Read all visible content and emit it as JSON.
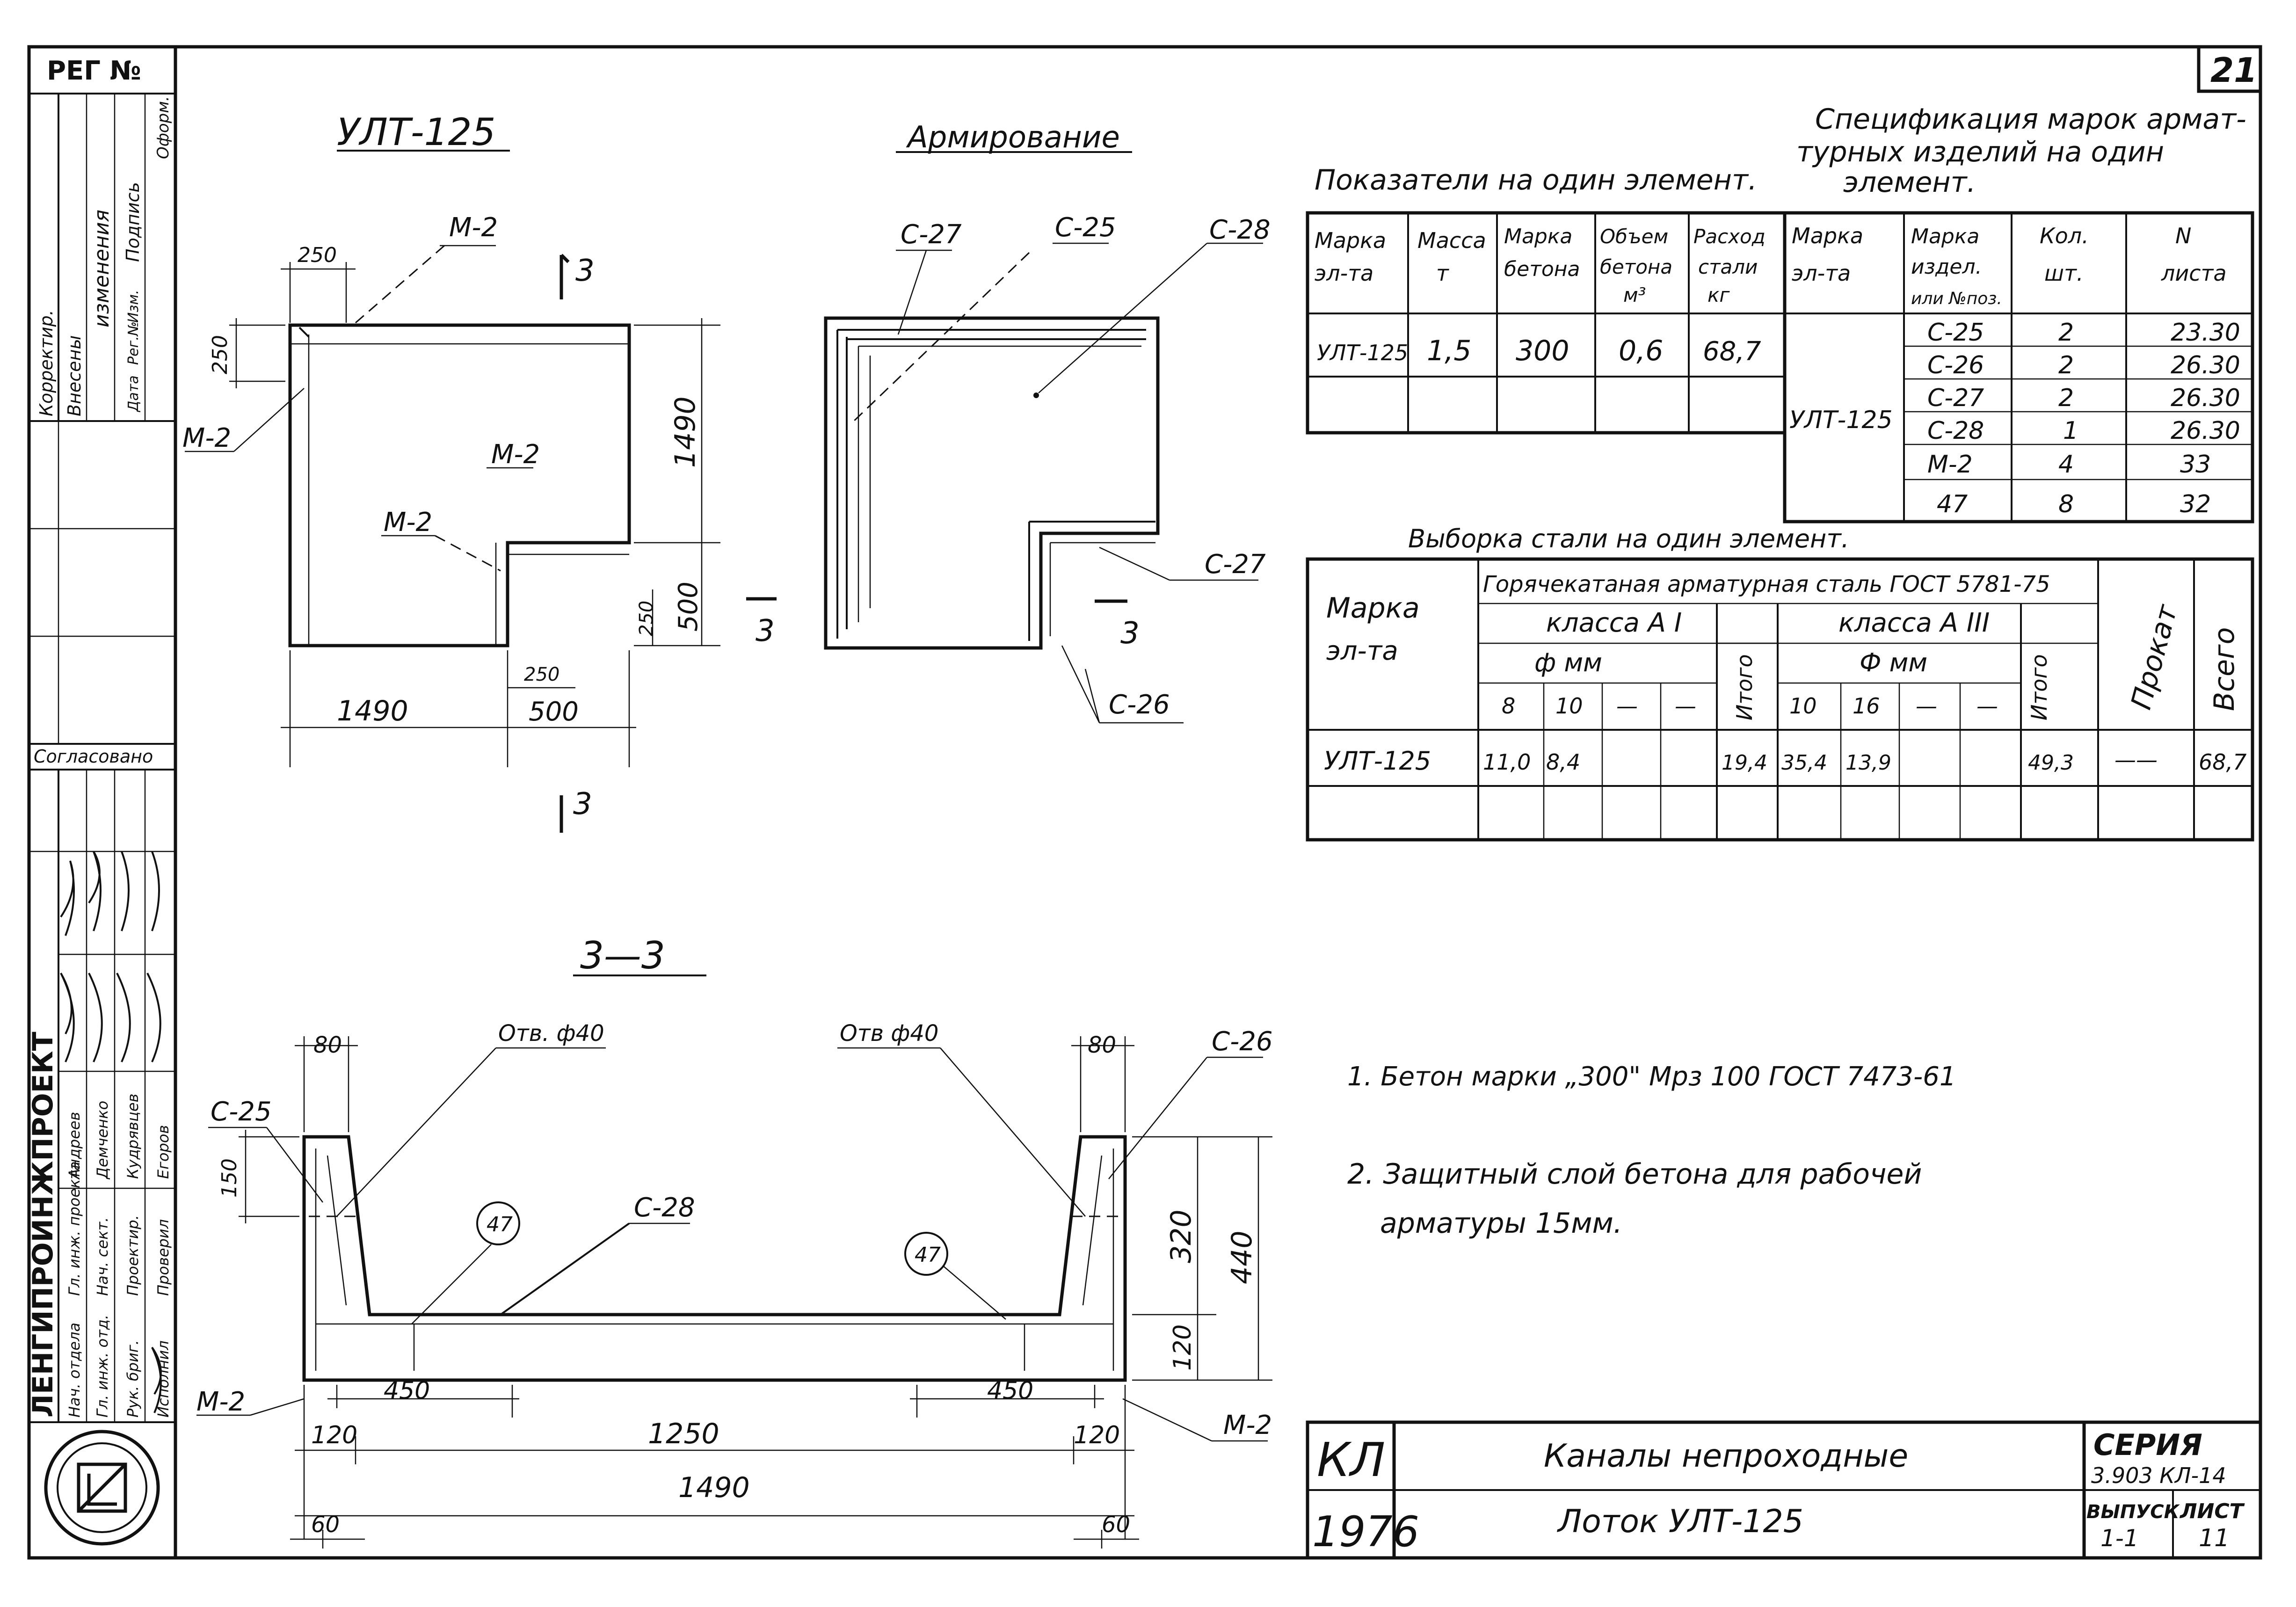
{
  "sheet_number": "21",
  "reg_stamp": "РЕГ №",
  "left_strip": {
    "change_cols": [
      "Корректир.",
      "Внесены",
      "изменения",
      "Подпись",
      "Оформ."
    ],
    "change_sub": [
      "Дата",
      "Рег.№",
      "Изм."
    ],
    "agreed": "Согласовано",
    "org": "ЛЕНГИПРОИНЖПРОЕКТ",
    "staff_roles": [
      "Нач. отдела",
      "Гл. инж. проекта",
      "Гл. инж. отд.",
      "Нач. сект.",
      "Рук. бриг.",
      "Проектир.",
      "Исполнил",
      "Проверил"
    ],
    "staff_names": [
      "Андреев",
      "Демченко",
      "Кудрявцев",
      "Егоров"
    ]
  },
  "views": {
    "plan_title": "УЛТ-125",
    "arm_title": "Армирование",
    "section_title": "3—3",
    "section_marks": [
      "3",
      "3",
      "3",
      "3"
    ]
  },
  "plan_labels": {
    "m2": "М-2",
    "d250a": "250",
    "d250b": "250",
    "d250c": "250",
    "d250d": "250",
    "d1490v": "1490",
    "d500v": "500",
    "d1490h": "1490",
    "d500h": "500"
  },
  "arm_labels": {
    "c27": "С-27",
    "c25": "С-25",
    "c28": "С-28",
    "c27b": "С-27",
    "c26": "С-26"
  },
  "section_labels": {
    "d80a": "80",
    "d80b": "80",
    "hole_l": "Отв. ф40",
    "hole_r": "Отв ф40",
    "c25": "С-25",
    "c26": "С-26",
    "c28": "С-28",
    "m2a": "М-2",
    "m2b": "М-2",
    "mark47a": "47",
    "mark47b": "47",
    "d150": "150",
    "d320": "320",
    "d440": "440",
    "d120v": "120",
    "d450a": "450",
    "d450b": "450",
    "d120a": "120",
    "d120b": "120",
    "d1250": "1250",
    "d1490": "1490",
    "d60a": "60",
    "d60b": "60"
  },
  "indicators": {
    "caption": "Показатели на один элемент.",
    "headers": [
      "Марка эл-та",
      "Масса т",
      "Марка бетона",
      "Объем бетона м³",
      "Расход стали кг"
    ],
    "row": [
      "УЛТ-125",
      "1,5",
      "300",
      "0,6",
      "68,7"
    ]
  },
  "spec": {
    "caption": "Спецификация марок арматурных изделий на один элемент.",
    "headers": [
      "Марка эл-та",
      "Марка издел. или №поз.",
      "Кол. шт.",
      "N листа"
    ],
    "element": "УЛТ-125",
    "rows": [
      [
        "С-25",
        "2",
        "23.30"
      ],
      [
        "С-26",
        "2",
        "26.30"
      ],
      [
        "С-27",
        "2",
        "26.30"
      ],
      [
        "С-28",
        "1",
        "26.30"
      ],
      [
        "М-2",
        "4",
        "33"
      ],
      [
        "47",
        "8",
        "32"
      ]
    ]
  },
  "steel": {
    "caption": "Выборка стали на один элемент.",
    "h_mark": "Марка эл-та",
    "h_group": "Горячекатаная арматурная сталь ГОСТ 5781-75",
    "h_class1": "класса А I",
    "h_class3": "класса А III",
    "h_phi1": "ф мм",
    "h_phi3": "Ф мм",
    "h_itogo": "Итого",
    "h_prokat": "Прокат",
    "h_vsego": "Всего",
    "sizes1": [
      "8",
      "10",
      "—",
      "—"
    ],
    "sizes3": [
      "10",
      "16",
      "—",
      "—"
    ],
    "row": [
      "УЛТ-125",
      "11,0",
      "8,4",
      "",
      "",
      "19,4",
      "35,4",
      "13,9",
      "",
      "",
      "49,3",
      "——",
      "68,7"
    ]
  },
  "notes": [
    "1. Бетон марки „300\" Мрз 100 ГОСТ 7473-61",
    "2. Защитный слой бетона для рабочей",
    "арматуры 15мм."
  ],
  "title_block": {
    "code": "КЛ",
    "year": "1976",
    "title": "Каналы непроходные",
    "subtitle": "Лоток УЛТ-125",
    "series_label": "СЕРИЯ",
    "series_value": "3.903 КЛ-14",
    "issue_label": "ВЫПУСК",
    "issue_value": "1-1",
    "sheet_label": "ЛИСТ",
    "sheet_value": "11"
  }
}
